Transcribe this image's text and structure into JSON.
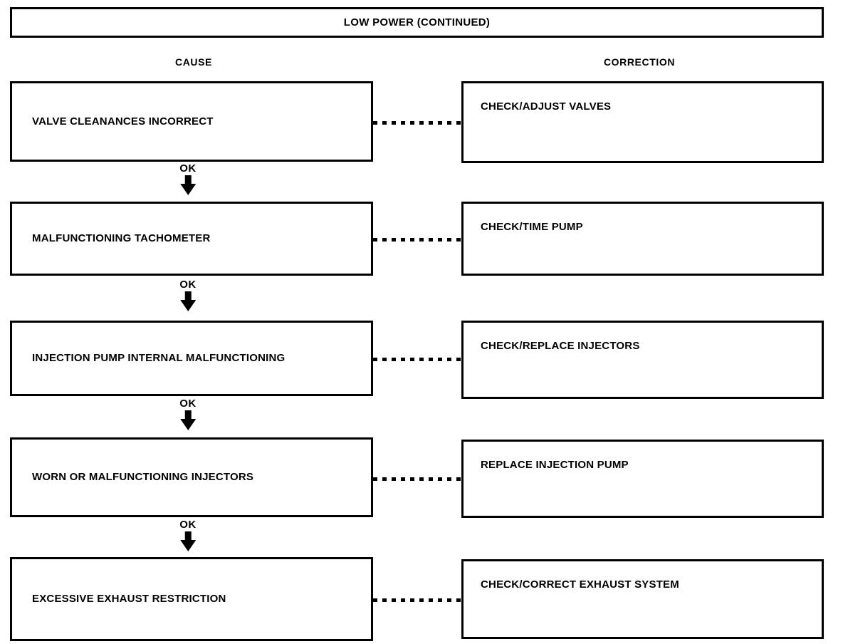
{
  "header": {
    "title": "LOW POWER (CONTINUED)"
  },
  "columns": {
    "cause_label": "CAUSE",
    "correction_label": "CORRECTION"
  },
  "connector": {
    "ok_label": "OK",
    "arrow_icon": "arrow-down-icon",
    "link_style": "dotted"
  },
  "rows": [
    {
      "cause": "VALVE CLEANANCES INCORRECT",
      "correction": "CHECK/ADJUST VALVES",
      "ok": "OK"
    },
    {
      "cause": "MALFUNCTIONING TACHOMETER",
      "correction": "CHECK/TIME PUMP",
      "ok": "OK"
    },
    {
      "cause": "INJECTION PUMP INTERNAL MALFUNCTIONING",
      "correction": "CHECK/REPLACE INJECTORS",
      "ok": "OK"
    },
    {
      "cause": "WORN OR MALFUNCTIONING INJECTORS",
      "correction": "REPLACE INJECTION PUMP",
      "ok": "OK"
    },
    {
      "cause": "EXCESSIVE EXHAUST RESTRICTION",
      "correction": "CHECK/CORRECT EXHAUST SYSTEM",
      "ok": ""
    }
  ],
  "colors": {
    "ink": "#000000",
    "paper": "#ffffff"
  }
}
